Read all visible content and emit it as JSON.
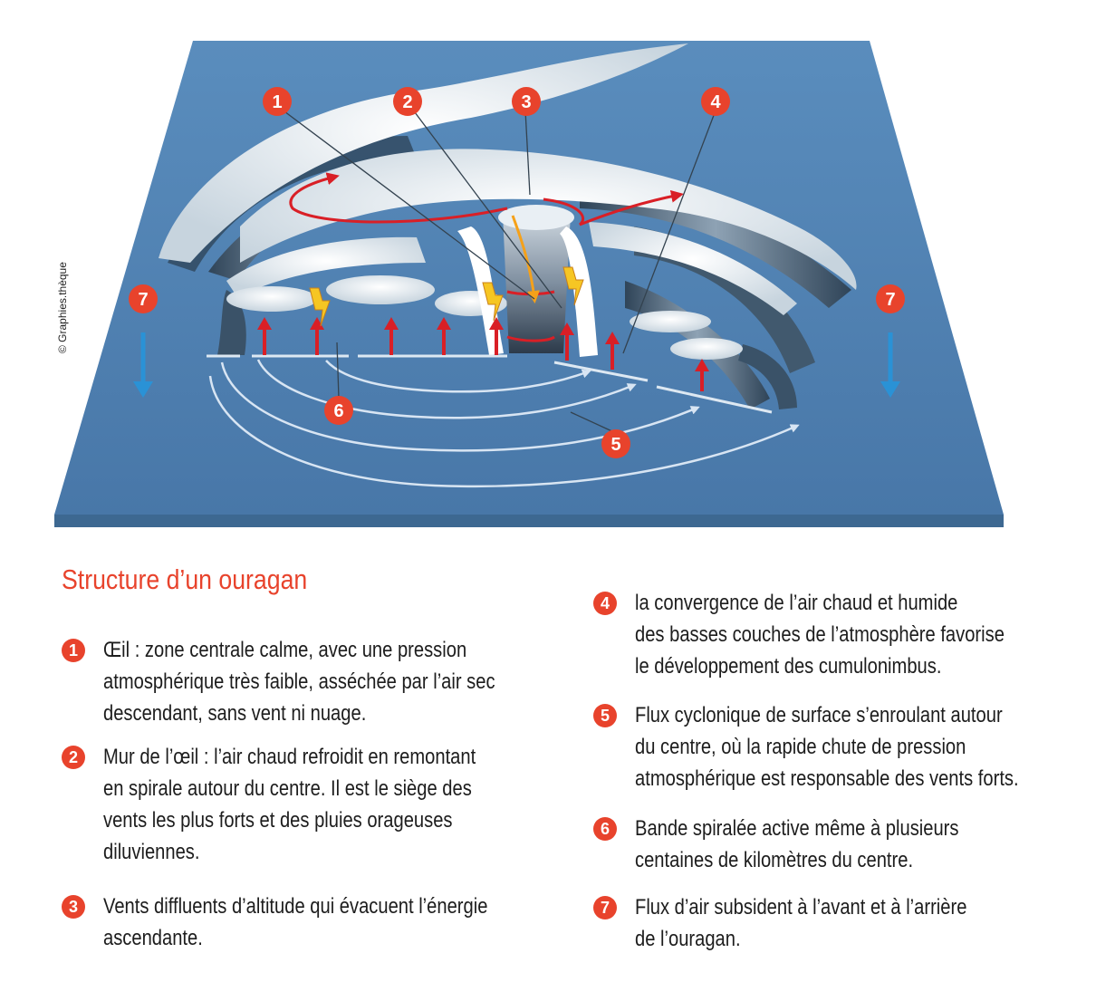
{
  "credit": "© Graphies.thèque",
  "title": "Structure d’un ouragan",
  "callout_labels": [
    "1",
    "2",
    "3",
    "4",
    "5",
    "6",
    "7",
    "7"
  ],
  "legend": [
    {
      "num": "1",
      "text": "Œil : zone centrale calme, avec une pression\natmosphérique très faible, asséchée par l’air sec\ndescendant, sans vent ni nuage."
    },
    {
      "num": "2",
      "text": "Mur de l’œil : l’air chaud refroidit en remontant\nen spirale autour du centre. Il est le siège des\nvents les plus forts et des pluies orageuses\ndiluviennes."
    },
    {
      "num": "3",
      "text": "Vents diffluents d’altitude qui évacuent l’énergie\nascendante."
    },
    {
      "num": "4",
      "text": "la convergence de l’air chaud et humide\ndes basses couches de l’atmosphère favorise\nle développement des cumulonimbus."
    },
    {
      "num": "5",
      "text": "Flux cyclonique de surface s’enroulant autour\ndu centre, où la rapide chute de pression\natmosphérique est responsable des vents forts."
    },
    {
      "num": "6",
      "text": "Bande spiralée active même à plusieurs\ncentaines de kilomètres du centre."
    },
    {
      "num": "7",
      "text": "Flux d’air subsident à l’avant et à l’arrière\nde l’ouragan."
    }
  ],
  "colors": {
    "accent": "#e8432c",
    "sea": "#4e82b4",
    "updraft": "#d91f26",
    "downdraft": "#2a92d6",
    "lightning": "#f6c623"
  }
}
